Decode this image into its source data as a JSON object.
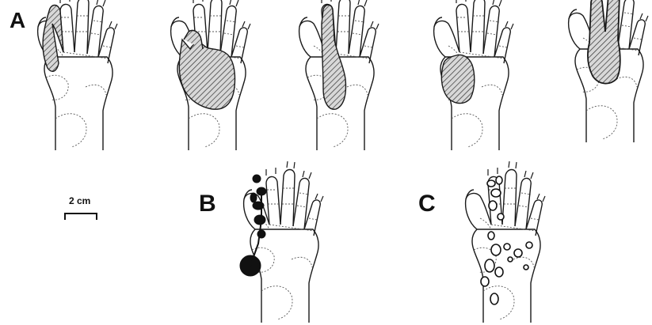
{
  "panels": {
    "a_label": "A",
    "b_label": "B",
    "c_label": "C"
  },
  "scale_bar": {
    "label": "2 cm"
  },
  "colors": {
    "line": "#1a1a1a",
    "hatch": "#333333",
    "lesion_fill": "#111111",
    "background": "#ffffff"
  }
}
